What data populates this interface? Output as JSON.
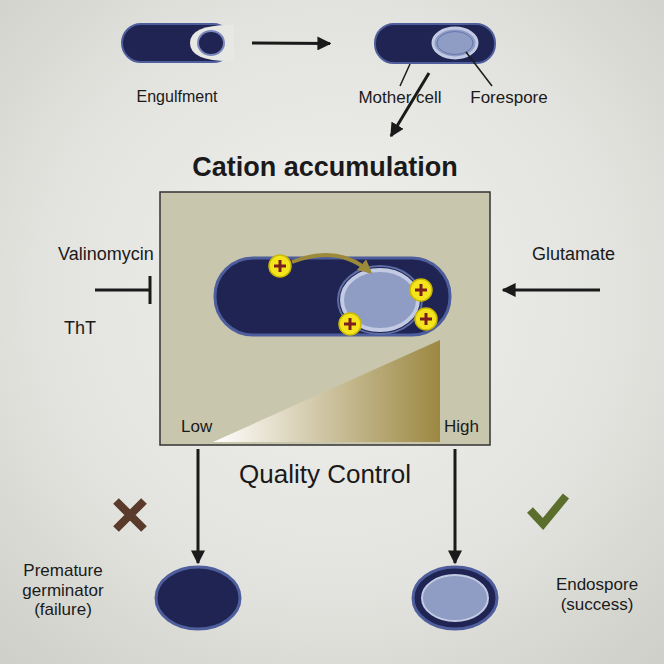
{
  "diagram": {
    "nodes": [
      {
        "text": [
          "Engulfment"
        ]
      },
      {
        "text": [
          "Mother cell",
          "Forespore"
        ]
      },
      {
        "text": [
          "Cation accumulation"
        ]
      },
      {
        "text": [
          "Premature germinator (failure)"
        ]
      },
      {
        "text": [
          "Endospore (success)"
        ]
      }
    ],
    "edges": [
      {
        "from": 0,
        "to": 1,
        "arrow": "to"
      },
      {
        "from": 1,
        "to": 2,
        "arrow": "to"
      },
      {
        "from": 2,
        "to": 3,
        "arrow": "to"
      },
      {
        "from": 2,
        "to": 4,
        "arrow": "to"
      }
    ],
    "labels": [
      "Valinomycin",
      "ThT",
      "Glutamate",
      "Low",
      "High",
      "Quality Control"
    ]
  }
}
